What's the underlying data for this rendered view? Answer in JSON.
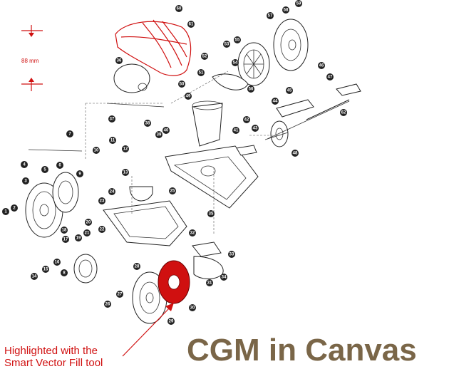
{
  "dimension_label": "88 mm",
  "caption_lines": [
    "Highlighted with the",
    "Smart Vector Fill tool"
  ],
  "brand_text": "CGM in Canvas",
  "colors": {
    "highlight": "#d01010",
    "brand": "#7a6648",
    "callout": "#222222"
  },
  "callouts": [
    "1",
    "2",
    "3",
    "4",
    "5",
    "6",
    "7",
    "8",
    "9",
    "10",
    "11",
    "12",
    "13",
    "14",
    "15",
    "16",
    "17",
    "18",
    "19",
    "20",
    "21",
    "22",
    "23",
    "24",
    "25",
    "26",
    "27",
    "28",
    "29",
    "30",
    "31",
    "32",
    "33",
    "34",
    "35",
    "36",
    "37",
    "38",
    "39",
    "40",
    "41",
    "42",
    "43",
    "44",
    "45",
    "46",
    "47",
    "48",
    "49",
    "50",
    "51",
    "52",
    "53",
    "54",
    "55",
    "56",
    "57",
    "58",
    "59",
    "60",
    "61",
    "62"
  ]
}
